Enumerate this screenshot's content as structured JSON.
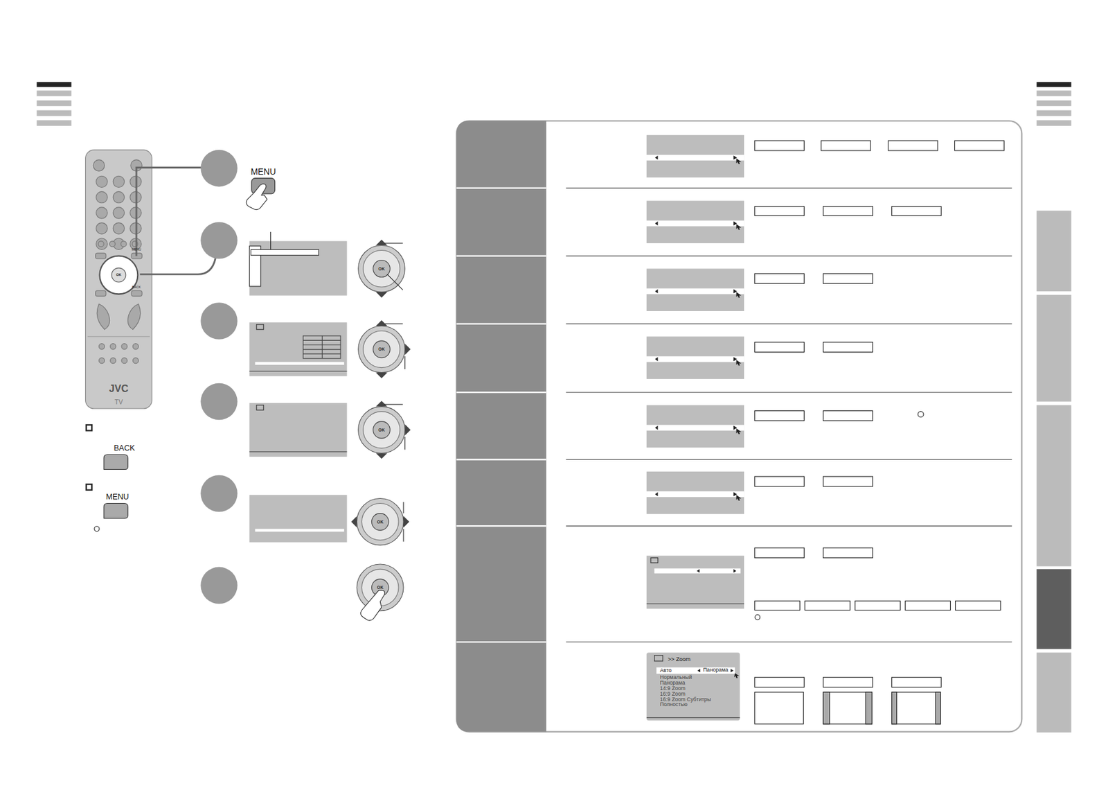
{
  "diagram": {
    "nodes": [
      {
        "text": [
          ">> Zoom",
          "Авто",
          "Панорама",
          "Нормальный",
          "Панорама",
          "14:9 Zoom",
          "16:9 Zoom",
          "16:9 Zoom Субтитры",
          "Полностью"
        ]
      }
    ],
    "labels": [
      "MENU",
      "MENU",
      "BACK",
      "OK",
      "JVC",
      "TV",
      "OK",
      "OK",
      "OK",
      "OK",
      "OK",
      "BACK",
      "MENU"
    ]
  }
}
